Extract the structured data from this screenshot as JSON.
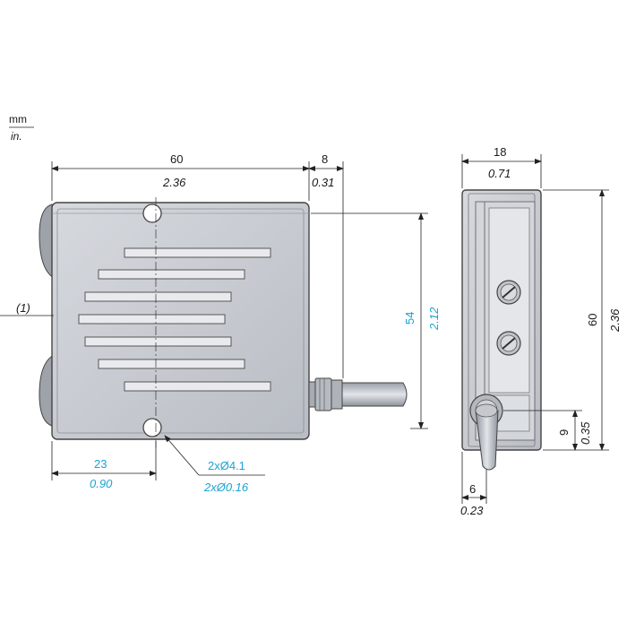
{
  "units": {
    "primary": "mm",
    "secondary": "in."
  },
  "front_view": {
    "width_mm": "60",
    "width_in": "2.36",
    "cable_offset_mm": "8",
    "cable_offset_in": "0.31",
    "height_mm": "54",
    "height_in": "2.12",
    "hole_offset_mm": "23",
    "hole_offset_in": "0.90",
    "hole_dia_mm": "2xØ4.1",
    "hole_dia_in": "2xØ0.16",
    "callout": "(1)"
  },
  "side_view": {
    "depth_mm": "18",
    "depth_in": "0.71",
    "height_mm": "60",
    "height_in": "2.36",
    "cable_height_mm": "9",
    "cable_height_in": "0.35",
    "cable_offset_mm": "6",
    "cable_offset_in": "0.23"
  },
  "colors": {
    "body": "#c9ccd2",
    "body_dark": "#9ea2a9",
    "dim_blue": "#1aa3d4"
  }
}
